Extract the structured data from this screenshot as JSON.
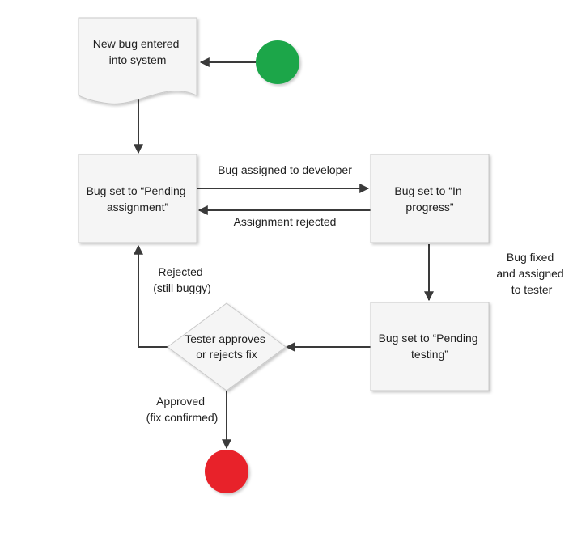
{
  "diagram": {
    "nodes": {
      "new_bug": {
        "lines": [
          "New bug entered",
          "into system"
        ]
      },
      "pending_assignment": {
        "lines": [
          "Bug set to “Pending",
          "assignment”"
        ]
      },
      "in_progress": {
        "lines": [
          "Bug set to “In",
          "progress”"
        ]
      },
      "pending_testing": {
        "lines": [
          "Bug set to “Pending",
          "testing”"
        ]
      },
      "tester_decision": {
        "lines": [
          "Tester approves",
          "or rejects fix"
        ]
      }
    },
    "edges": {
      "assigned": {
        "lines": [
          "Bug assigned to developer"
        ]
      },
      "rejected_assignment": {
        "lines": [
          "Assignment rejected"
        ]
      },
      "fixed": {
        "lines": [
          "Bug fixed",
          "and assigned",
          "to tester"
        ]
      },
      "rejected_fix": {
        "lines": [
          "Rejected",
          "(still buggy)"
        ]
      },
      "approved": {
        "lines": [
          "Approved",
          "(fix confirmed)"
        ]
      }
    },
    "colors": {
      "start": "#1aa64a",
      "end": "#e8202a",
      "node_fill": "#f5f5f5",
      "edge": "#3a3a3a"
    }
  }
}
